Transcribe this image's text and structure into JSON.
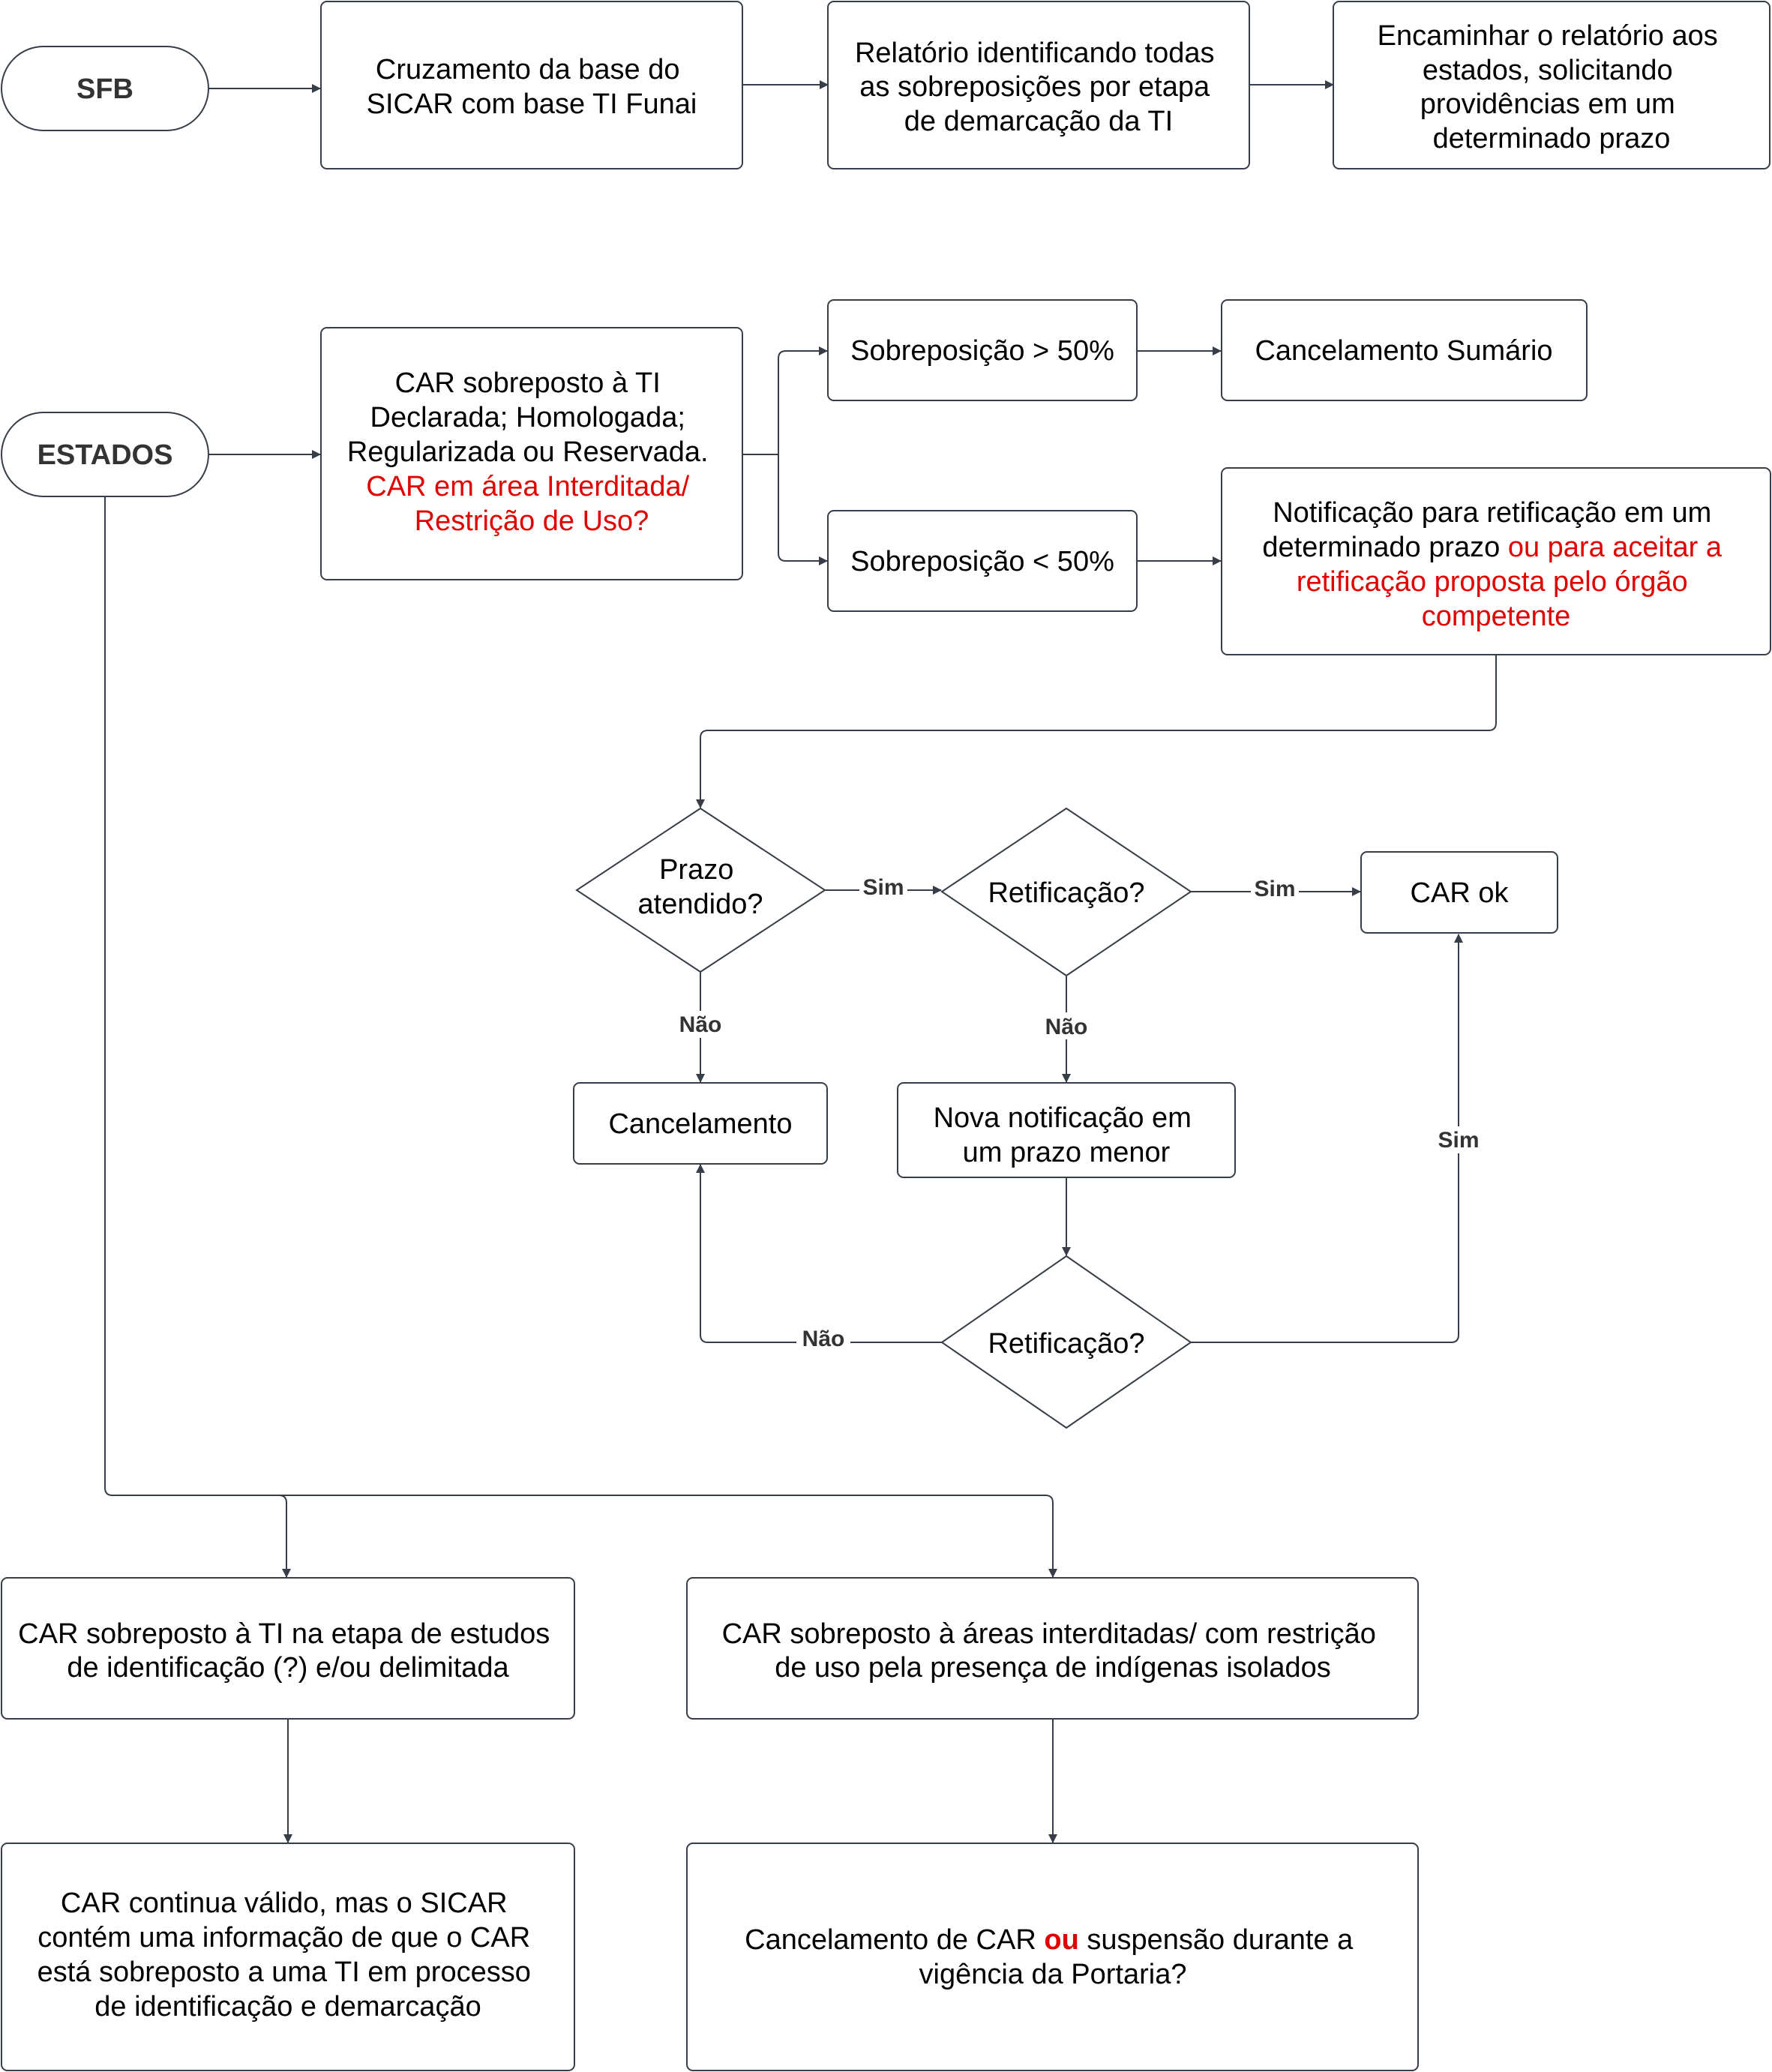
{
  "colors": {
    "stroke": "#383e47",
    "text": "#000000",
    "highlight": "#e00000",
    "label": "#333333"
  },
  "nodes": {
    "sfb": "SFB",
    "estados": "ESTADOS",
    "cruzamento": [
      "Cruzamento da base do",
      "SICAR com base TI Funai"
    ],
    "relatorio": [
      "Relatório identificando todas",
      "as sobreposições por etapa",
      "de demarcação da TI"
    ],
    "encaminhar": [
      "Encaminhar o relatório aos",
      "estados, solicitando",
      "providências em um",
      "determinado prazo"
    ],
    "car_sobreposto": [
      "CAR sobreposto à TI",
      "Declarada; Homologada;",
      "Regularizada ou Reservada."
    ],
    "car_sobreposto_red": [
      "CAR em área Interditada/",
      "Restrição de Uso?"
    ],
    "sobre_maior": "Sobreposição > 50%",
    "sobre_menor": "Sobreposição < 50%",
    "cancel_sumario": "Cancelamento Sumário",
    "notificacao": {
      "line1": "Notificação para retificação em um",
      "line2_black": "determinado prazo ",
      "line2_red": "ou para aceitar a",
      "red_lines": [
        "retificação proposta pelo órgão",
        "competente"
      ]
    },
    "prazo": [
      "Prazo",
      "atendido?"
    ],
    "retificacao1": "Retificação?",
    "car_ok": "CAR ok",
    "cancelamento": "Cancelamento",
    "nova_notificacao": [
      "Nova notificação em",
      "um prazo menor"
    ],
    "retificacao2": "Retificação?",
    "estudos": [
      "CAR sobreposto à TI na etapa de estudos",
      "de identificação (?) e/ou delimitada"
    ],
    "interditadas": [
      "CAR sobreposto à áreas interditadas/ com restrição",
      "de uso pela presença de indígenas isolados"
    ],
    "continua_valido": [
      "CAR continua válido, mas o SICAR",
      "contém uma informação de que o CAR",
      "está sobreposto a uma TI em processo",
      "de identificação e demarcação"
    ],
    "cancel_car": {
      "part1": "Cancelamento de CAR ",
      "part2": "ou",
      "part3": " suspensão durante a",
      "line2": "vigência da Portaria?"
    }
  },
  "edge_labels": {
    "sim": "Sim",
    "nao": "Não"
  }
}
